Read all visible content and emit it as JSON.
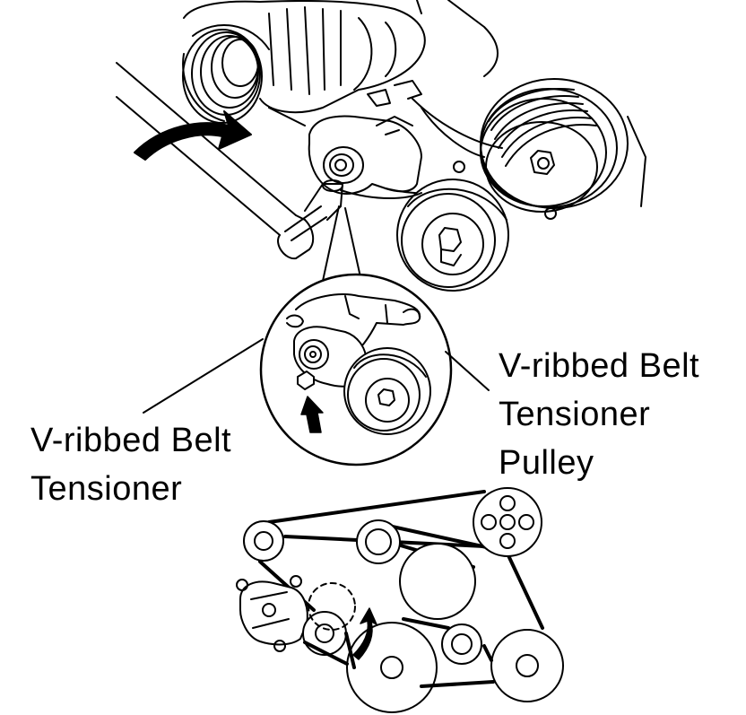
{
  "labels": {
    "tensioner": [
      "V-ribbed Belt",
      "Tensioner"
    ],
    "tensioner_pulley": [
      "V-ribbed Belt",
      "Tensioner",
      "Pulley"
    ]
  },
  "colors": {
    "ink": "#000000",
    "paper": "#ffffff"
  },
  "icons": {
    "rotate_arrow": "curved-arrow-icon",
    "push_arrow": "up-arrow-icon"
  }
}
